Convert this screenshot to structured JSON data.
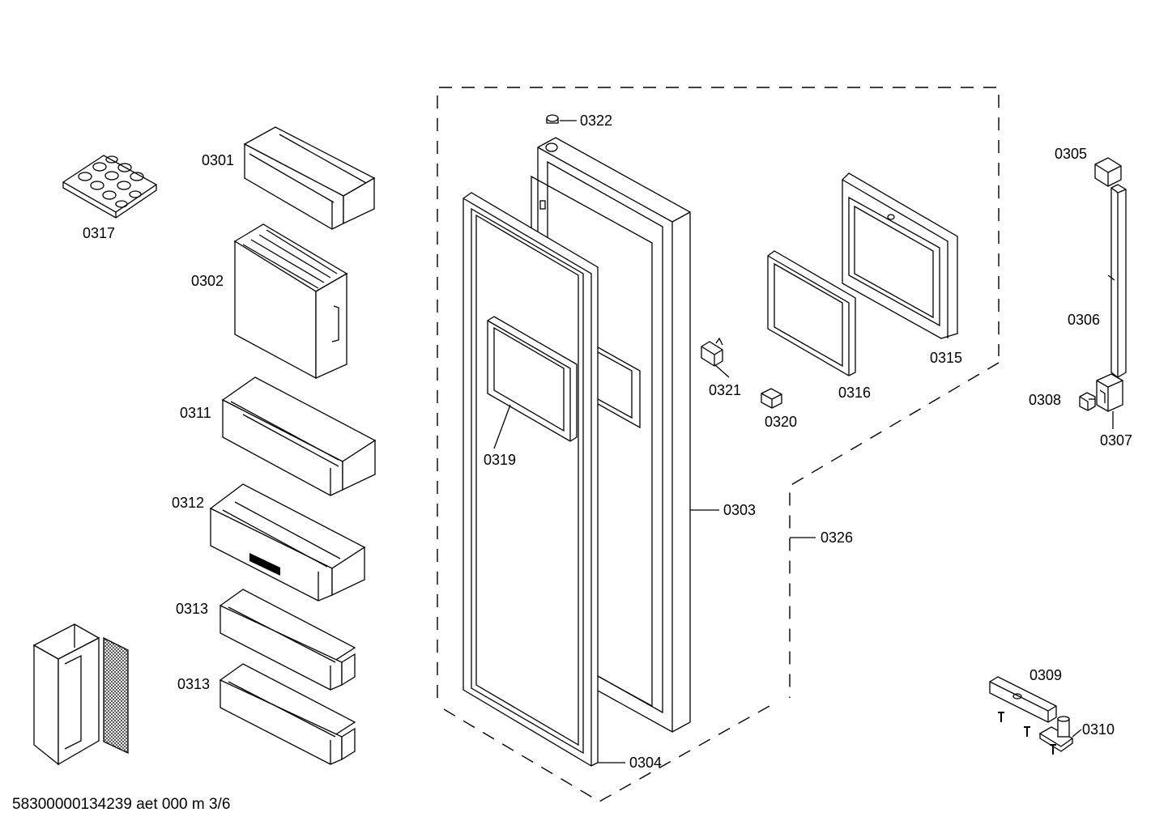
{
  "diagram": {
    "part_labels": {
      "p0301": "0301",
      "p0302": "0302",
      "p0303": "0303",
      "p0304": "0304",
      "p0305": "0305",
      "p0306": "0306",
      "p0307": "0307",
      "p0308": "0308",
      "p0309": "0309",
      "p0310": "0310",
      "p0311": "0311",
      "p0312": "0312",
      "p0313a": "0313",
      "p0313b": "0313",
      "p0315": "0315",
      "p0316": "0316",
      "p0317": "0317",
      "p0319": "0319",
      "p0320": "0320",
      "p0321": "0321",
      "p0322": "0322",
      "p0326": "0326"
    },
    "footer": "58300000134239 aet 000 m 3/6"
  }
}
